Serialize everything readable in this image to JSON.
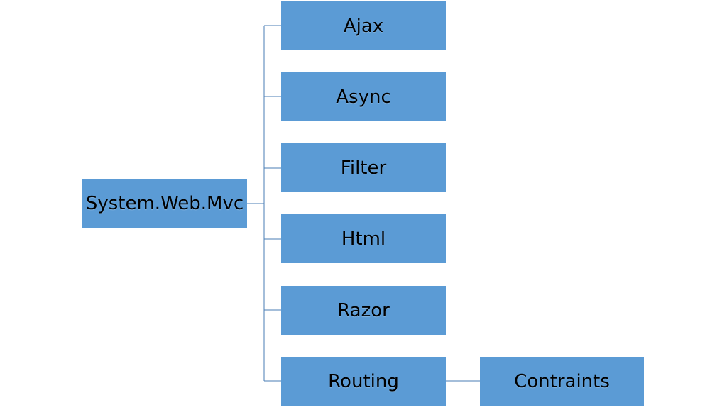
{
  "diagram": {
    "root": {
      "label": "System.Web.Mvc"
    },
    "children": [
      {
        "label": "Ajax"
      },
      {
        "label": "Async"
      },
      {
        "label": "Filter"
      },
      {
        "label": "Html"
      },
      {
        "label": "Razor"
      },
      {
        "label": "Routing"
      }
    ],
    "grandchild": {
      "label": "Contraints"
    },
    "colors": {
      "node_fill": "#5b9bd5",
      "connector": "#4a7eb5",
      "text": "#000000"
    }
  }
}
